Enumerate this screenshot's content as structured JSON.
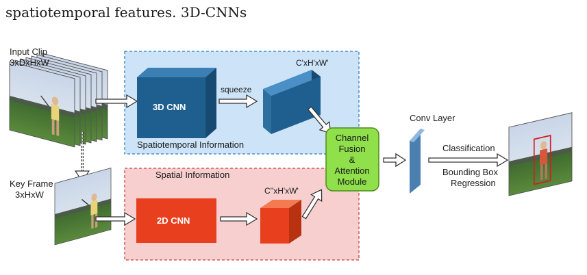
{
  "caption": "spatiotemporal features. 3D-CNNs",
  "labels": {
    "input_clip_line1": "Input Clip",
    "input_clip_line2": "3xDxHxW",
    "key_frame_line1": "Key Frame",
    "key_frame_line2": "3xHxW",
    "cnn3d": "3D CNN",
    "cnn2d": "2D CNN",
    "squeeze": "squeeze",
    "feat3d_dims": "C'xH'xW'",
    "feat2d_dims": "C''xH'xW'",
    "spatiotemporal_info": "Spatiotemporal Information",
    "spatial_info": "Spatial Information",
    "fusion_line1": "Channel",
    "fusion_line2": "Fusion",
    "fusion_line3": "&",
    "fusion_line4": "Attention",
    "fusion_line5": "Module",
    "conv_layer": "Conv Layer",
    "classification": "Classification",
    "bbox_line1": "Bounding Box",
    "bbox_line2": "Regression"
  },
  "colors": {
    "spatiotemporal_bg": "#cde3f7",
    "spatial_bg": "#f7cfcf",
    "cnn3d_fill": "#1f5f8f",
    "cnn2d_fill": "#e8401e",
    "fusion_fill": "#8fe04a",
    "conv_fill": "#6f9fcf",
    "bbox_stroke": "#d11f1f"
  }
}
